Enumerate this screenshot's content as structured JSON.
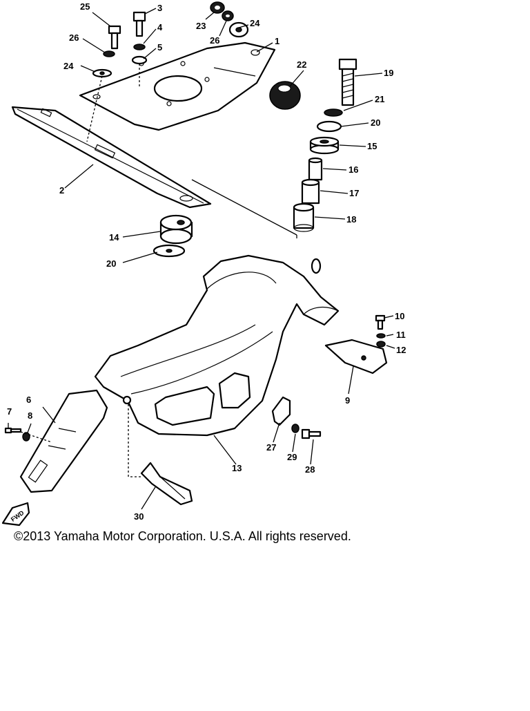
{
  "diagram": {
    "callouts": [
      "1",
      "2",
      "3",
      "4",
      "5",
      "6",
      "7",
      "8",
      "9",
      "10",
      "11",
      "12",
      "13",
      "14",
      "15",
      "16",
      "17",
      "18",
      "19",
      "20",
      "20",
      "21",
      "22",
      "23",
      "24",
      "24",
      "25",
      "26",
      "26",
      "27",
      "28",
      "29",
      "30"
    ],
    "fwd_marker": "FWD",
    "copyright": "©2013 Yamaha Motor Corporation. U.S.A. All rights reserved."
  }
}
